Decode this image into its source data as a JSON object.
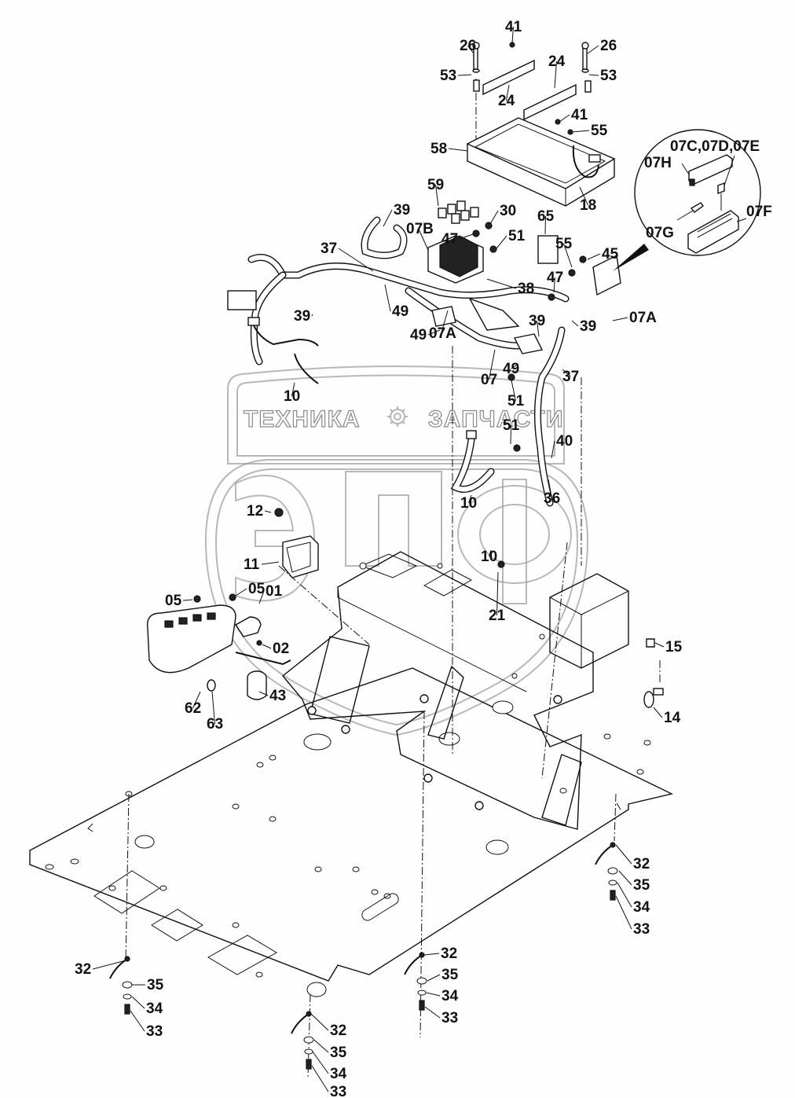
{
  "title": "Electrical harness and controller installation – exploded parts diagram",
  "watermark": {
    "text_left": "ТЕХНИКА",
    "text_right": "ЗАПЧАСТИ",
    "logo_letters": "ЭПФ",
    "icon": "gear-icon"
  },
  "detail_inset": {
    "labels": [
      "07C,07D,07E",
      "07H",
      "07G",
      "07F"
    ]
  },
  "callouts": [
    {
      "id": "c41a",
      "label": "41"
    },
    {
      "id": "c26a",
      "label": "26"
    },
    {
      "id": "c26b",
      "label": "26"
    },
    {
      "id": "c53a",
      "label": "53"
    },
    {
      "id": "c53b",
      "label": "53"
    },
    {
      "id": "c24a",
      "label": "24"
    },
    {
      "id": "c24b",
      "label": "24"
    },
    {
      "id": "c41b",
      "label": "41"
    },
    {
      "id": "c55a",
      "label": "55"
    },
    {
      "id": "c58",
      "label": "58"
    },
    {
      "id": "c18",
      "label": "18"
    },
    {
      "id": "c59",
      "label": "59"
    },
    {
      "id": "c30",
      "label": "30"
    },
    {
      "id": "c65",
      "label": "65"
    },
    {
      "id": "c39a",
      "label": "39"
    },
    {
      "id": "c07B",
      "label": "07B"
    },
    {
      "id": "c47a",
      "label": "47"
    },
    {
      "id": "c51a",
      "label": "51"
    },
    {
      "id": "c55b",
      "label": "55"
    },
    {
      "id": "c45",
      "label": "45"
    },
    {
      "id": "c37a",
      "label": "37"
    },
    {
      "id": "c38",
      "label": "38"
    },
    {
      "id": "c47b",
      "label": "47"
    },
    {
      "id": "c39b",
      "label": "39"
    },
    {
      "id": "c49a",
      "label": "49"
    },
    {
      "id": "c39c",
      "label": "39"
    },
    {
      "id": "c07Aa",
      "label": "07A"
    },
    {
      "id": "c39d",
      "label": "39"
    },
    {
      "id": "c07Ab",
      "label": "07A"
    },
    {
      "id": "c49b",
      "label": "49"
    },
    {
      "id": "c07",
      "label": "07"
    },
    {
      "id": "c49c",
      "label": "49"
    },
    {
      "id": "c37b",
      "label": "37"
    },
    {
      "id": "c10a",
      "label": "10"
    },
    {
      "id": "c51b",
      "label": "51"
    },
    {
      "id": "c51c",
      "label": "51"
    },
    {
      "id": "c40",
      "label": "40"
    },
    {
      "id": "c36",
      "label": "36"
    },
    {
      "id": "c10b",
      "label": "10"
    },
    {
      "id": "c10c",
      "label": "10"
    },
    {
      "id": "c12",
      "label": "12"
    },
    {
      "id": "c11",
      "label": "11"
    },
    {
      "id": "c21",
      "label": "21"
    },
    {
      "id": "c05a",
      "label": "05"
    },
    {
      "id": "c05b",
      "label": "05"
    },
    {
      "id": "c01",
      "label": "01"
    },
    {
      "id": "c02",
      "label": "02"
    },
    {
      "id": "c15",
      "label": "15"
    },
    {
      "id": "c43",
      "label": "43"
    },
    {
      "id": "c62",
      "label": "62"
    },
    {
      "id": "c63",
      "label": "63"
    },
    {
      "id": "c14",
      "label": "14"
    },
    {
      "id": "c32a",
      "label": "32"
    },
    {
      "id": "c35a",
      "label": "35"
    },
    {
      "id": "c34a",
      "label": "34"
    },
    {
      "id": "c33a",
      "label": "33"
    },
    {
      "id": "c32b",
      "label": "32"
    },
    {
      "id": "c35b",
      "label": "35"
    },
    {
      "id": "c34b",
      "label": "34"
    },
    {
      "id": "c33b",
      "label": "33"
    },
    {
      "id": "c32c",
      "label": "32"
    },
    {
      "id": "c35c",
      "label": "35"
    },
    {
      "id": "c34c",
      "label": "34"
    },
    {
      "id": "c33c",
      "label": "33"
    },
    {
      "id": "c32d",
      "label": "32"
    },
    {
      "id": "c35d",
      "label": "35"
    },
    {
      "id": "c34d",
      "label": "34"
    },
    {
      "id": "c33d",
      "label": "33"
    }
  ]
}
